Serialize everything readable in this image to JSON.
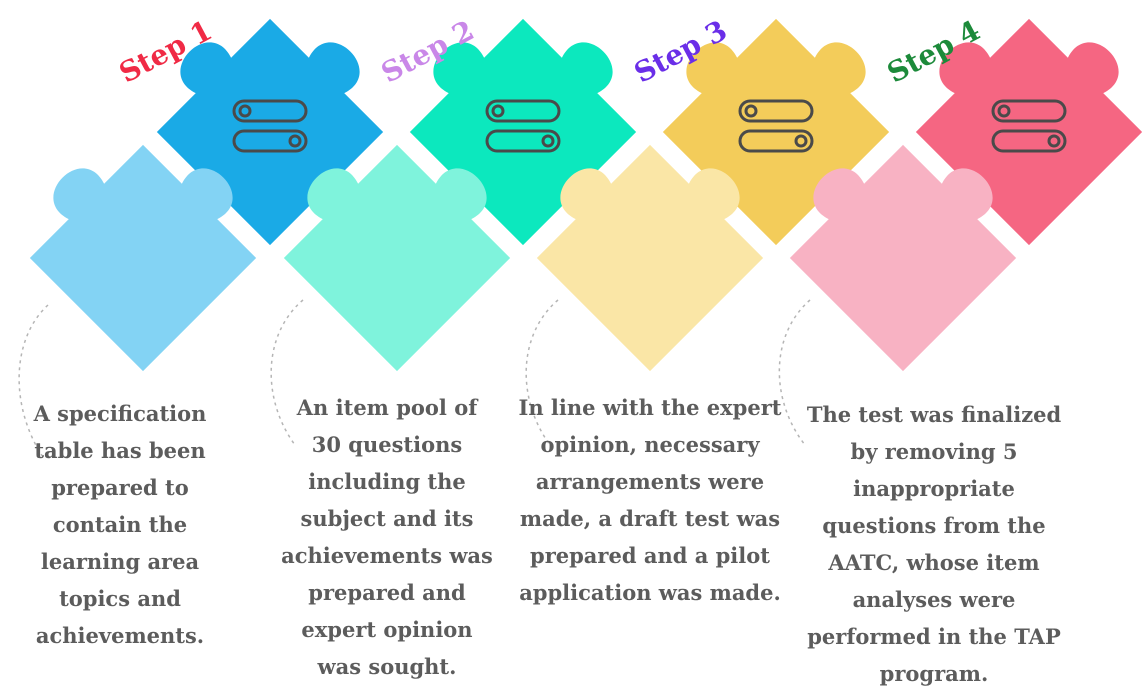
{
  "steps": [
    {
      "label": "Step 1",
      "label_color": "#f02a45",
      "back_color": "#1aaae6",
      "front_color": "#83d3f4",
      "description": "A specification\ntable has been\nprepared to\ncontain the\nlearning area\ntopics and\nachievements."
    },
    {
      "label": "Step 2",
      "label_color": "#c987e8",
      "back_color": "#0ce8be",
      "front_color": "#7ff3dc",
      "description": "An item pool of\n30 questions\nincluding the\nsubject and its\nachievements was\nprepared and\nexpert opinion\nwas sought."
    },
    {
      "label": "Step 3",
      "label_color": "#6a2ee8",
      "back_color": "#f3cc5a",
      "front_color": "#fae6a6",
      "description": "In line with the expert\nopinion, necessary\narrangements were\nmade, a draft test was\nprepared and a pilot\napplication was made."
    },
    {
      "label": "Step 4",
      "label_color": "#1c8a3a",
      "back_color": "#f56682",
      "front_color": "#f8b2c3",
      "description": "The test was finalized\nby removing 5\ninappropriate\nquestions from the\nAATC, whose item\nanalyses were\nperformed in the TAP\nprogram."
    }
  ],
  "icon_names": [
    "toggle-switch-icon"
  ],
  "icon_color": "#4a4a4a",
  "connector_color": "#b5b5b5"
}
